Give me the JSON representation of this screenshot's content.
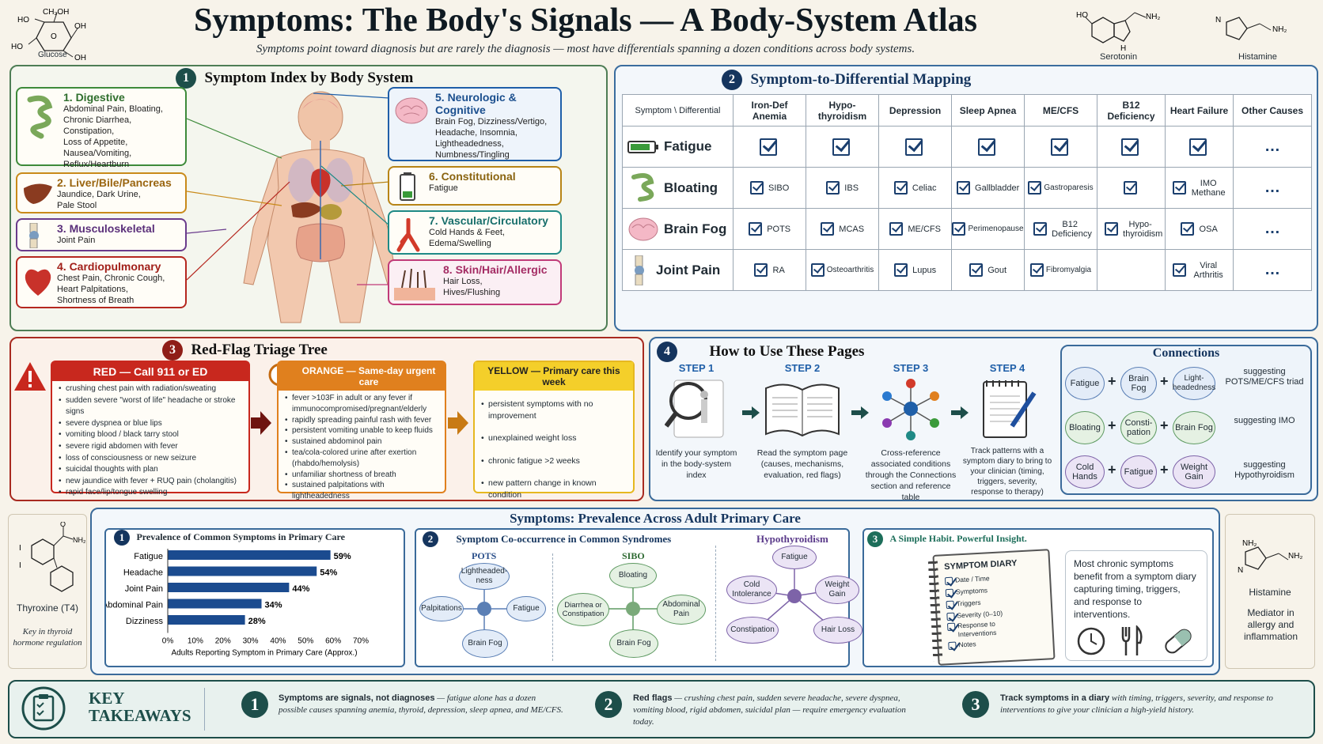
{
  "header": {
    "title": "Symptoms: The Body's Signals — A Body-System Atlas",
    "subtitle": "Symptoms point toward diagnosis but are rarely the diagnosis — most have differentials spanning a dozen conditions across body systems."
  },
  "molecules": {
    "glucose": "Glucose",
    "ch2oh": "CH₂OH",
    "ho": "HO",
    "oh": "OH",
    "o": "O",
    "serotonin": "Serotonin",
    "histamine": "Histamine",
    "nh2": "NH₂",
    "n": "N",
    "h": "H",
    "thyroxine": "Thyroxine (T4)",
    "thyroxine_note": "Key in thyroid hormone regulation",
    "i": "I",
    "histamine_note": "Mediator in allergy and inflammation"
  },
  "index": {
    "num": "1",
    "title": "Symptom Index by Body System",
    "systems": [
      {
        "title": "1. Digestive",
        "lines": [
          "Abdominal Pain, Bloating,",
          "Chronic Diarrhea, Constipation,",
          "Loss of Appetite,",
          "Nausea/Vomiting,",
          "Reflux/Heartburn"
        ],
        "color": "#3d8a3a"
      },
      {
        "title": "2. Liver/Bile/Pancreas",
        "lines": [
          "Jaundice, Dark Urine,",
          "Pale Stool"
        ],
        "color": "#c98a1a"
      },
      {
        "title": "3. Musculoskeletal",
        "lines": [
          "Joint Pain"
        ],
        "color": "#6a3b8c"
      },
      {
        "title": "4. Cardiopulmonary",
        "lines": [
          "Chest Pain, Chronic Cough,",
          "Heart Palpitations,",
          "Shortness of Breath"
        ],
        "color": "#b5271f"
      },
      {
        "title": "5. Neurologic & Cognitive",
        "lines": [
          "Brain Fog, Dizziness/Vertigo,",
          "Headache, Insomnia,",
          "Lightheadedness,",
          "Numbness/Tingling"
        ],
        "color": "#1f5fa8"
      },
      {
        "title": "6. Constitutional",
        "lines": [
          "Fatigue"
        ],
        "color": "#b78416"
      },
      {
        "title": "7. Vascular/Circulatory",
        "lines": [
          "Cold Hands & Feet,",
          "Edema/Swelling"
        ],
        "color": "#1f8a86"
      },
      {
        "title": "8. Skin/Hair/Allergic",
        "lines": [
          "Hair Loss,",
          "Hives/Flushing"
        ],
        "color": "#c03a78"
      }
    ]
  },
  "mapping": {
    "num": "2",
    "title": "Symptom-to-Differential Mapping",
    "corner": "Symptom \\ Differential",
    "columns": [
      "Iron-Def Anemia",
      "Hypo-thyroidism",
      "Depression",
      "Sleep Apnea",
      "ME/CFS",
      "B12 Deficiency",
      "Heart Failure",
      "Other Causes"
    ],
    "rows": [
      {
        "symptom": "Fatigue",
        "cells": [
          "",
          "",
          "",
          "",
          "",
          "",
          "",
          "…"
        ]
      },
      {
        "symptom": "Bloating",
        "cells": [
          "SIBO",
          "IBS",
          "Celiac",
          "Gallbladder",
          "Gastroparesis",
          "",
          "IMO Methane",
          "…"
        ]
      },
      {
        "symptom": "Brain Fog",
        "cells": [
          "POTS",
          "MCAS",
          "ME/CFS",
          "Perimenopause",
          "B12 Deficiency",
          "Hypo-thyroidism",
          "OSA",
          "…"
        ]
      },
      {
        "symptom": "Joint Pain",
        "cells": [
          "RA",
          "Osteoarthritis",
          "Lupus",
          "Gout",
          "Fibromyalgia",
          "-",
          "Viral Arthritis",
          "…"
        ]
      }
    ]
  },
  "triage": {
    "num": "3",
    "title": "Red-Flag Triage Tree",
    "red": {
      "header": "RED — Call 911 or ED",
      "items": [
        "crushing chest pain with radiation/sweating",
        "sudden severe \"worst of life\" headache or stroke signs",
        "severe dyspnea or blue lips",
        "vomiting blood / black tarry stool",
        "severe rigid abdomen with fever",
        "loss of consciousness or new seizure",
        "suicidal thoughts with plan",
        "new jaundice with fever + RUQ pain (cholangitis)",
        "rapid face/lip/tongue swelling"
      ]
    },
    "orange": {
      "header": "ORANGE — Same-day urgent care",
      "items": [
        "fever >103F in adult or any fever if immunocompromised/pregnant/elderly",
        "rapidly spreading painful rash with fever",
        "persistent vomiting unable to keep fluids",
        "sustained abdominol pain",
        "tea/cola-colored urine after exertion (rhabdo/hemolysis)",
        "unfamiliar shortness of breath",
        "sustained palpitations with lightheadedness"
      ]
    },
    "yellow": {
      "header": "YELLOW — Primary care this week",
      "items": [
        "persistent symptoms with no improvement",
        "unexplained weight loss",
        "chronic fatigue >2 weeks",
        "new pattern change in known condition"
      ]
    }
  },
  "howto": {
    "num": "4",
    "title": "How to Use These Pages",
    "steps": [
      {
        "label": "STEP 1",
        "text": "Identify your symptom in the body-system index"
      },
      {
        "label": "STEP 2",
        "text": "Read the symptom page (causes, mechanisms, evaluation, red flags)"
      },
      {
        "label": "STEP 3",
        "text": "Cross-reference associated conditions through the Connections section and reference table"
      },
      {
        "label": "STEP 4",
        "text": "Track patterns with a symptom diary to bring to your clinician (timing, triggers, severity, response to therapy)"
      }
    ]
  },
  "connections": {
    "title": "Connections",
    "plus": "+",
    "rows": [
      {
        "a": "Fatigue",
        "b": "Brain Fog",
        "c": "Light-headedness",
        "result": "suggesting POTS/ME/CFS triad"
      },
      {
        "a": "Bloating",
        "b": "Consti-pation",
        "c": "Brain Fog",
        "result": "suggesting IMO"
      },
      {
        "a": "Cold Hands",
        "b": "Fatigue",
        "c": "Weight Gain",
        "result": "suggesting Hypothyroidism"
      }
    ]
  },
  "prevalence": {
    "title": "Symptoms: Prevalence Across Adult Primary Care"
  },
  "chart_data": {
    "type": "bar",
    "orientation": "horizontal",
    "num": "1",
    "title": "Prevalence of Common Symptoms in Primary Care",
    "categories": [
      "Fatigue",
      "Headache",
      "Joint Pain",
      "Abdominal Pain",
      "Dizziness"
    ],
    "values": [
      59,
      54,
      44,
      34,
      28
    ],
    "value_labels": [
      "59%",
      "54%",
      "44%",
      "34%",
      "28%"
    ],
    "xlabel": "Adults Reporting Symptom in Primary Care (Approx.)",
    "xlim": [
      0,
      70
    ],
    "xticks": [
      "0%",
      "10%",
      "20%",
      "30%",
      "40%",
      "50%",
      "60%",
      "70%"
    ],
    "color": "#1b4b8f"
  },
  "cooccur": {
    "num": "2",
    "title": "Symptom Co-occurrence in Common Syndromes",
    "groups": [
      {
        "name": "POTS",
        "nodes": [
          "Lightheaded-ness",
          "Palpitations",
          "Fatigue",
          "Brain Fog"
        ],
        "color": "#5a7fb5",
        "fill": "#e3ecf8"
      },
      {
        "name": "SIBO",
        "nodes": [
          "Bloating",
          "Diarrhea or Constipation",
          "Abdominal Pain",
          "Brain Fog"
        ],
        "color": "#5e9a62",
        "fill": "#e5f1e3"
      },
      {
        "name": "Hypothyroidism",
        "nodes": [
          "Fatigue",
          "Cold Intolerance",
          "Weight Gain",
          "Constipation",
          "Hair Loss"
        ],
        "color": "#7d63a8",
        "fill": "#ebe4f5"
      }
    ]
  },
  "diary": {
    "num": "3",
    "title": "A Simple Habit. Powerful Insight.",
    "heading": "SYMPTOM DIARY",
    "items": [
      "Date / Time",
      "Symptoms",
      "Triggers",
      "Severity (0–10)",
      "Response to Interventions",
      "Notes"
    ],
    "text": "Most chronic symptoms benefit from a symptom diary capturing timing, triggers, and response to interventions."
  },
  "takeaways": {
    "title_1": "KEY",
    "title_2": "TAKEAWAYS",
    "items": [
      {
        "num": "1",
        "bold": "Symptoms are signals, not diagnoses",
        "rest": " — fatigue alone has a dozen possible causes spanning anemia, thyroid, depression, sleep apnea, and ME/CFS."
      },
      {
        "num": "2",
        "bold": "Red flags",
        "rest": " — crushing chest pain, sudden severe headache, severe dyspnea, vomiting blood, rigid abdomen, suicidal plan — require emergency evaluation today."
      },
      {
        "num": "3",
        "bold": "Track symptoms in a diary",
        "rest": " with timing, triggers, severity, and response to interventions to give your clinician a high-yield history."
      }
    ]
  }
}
